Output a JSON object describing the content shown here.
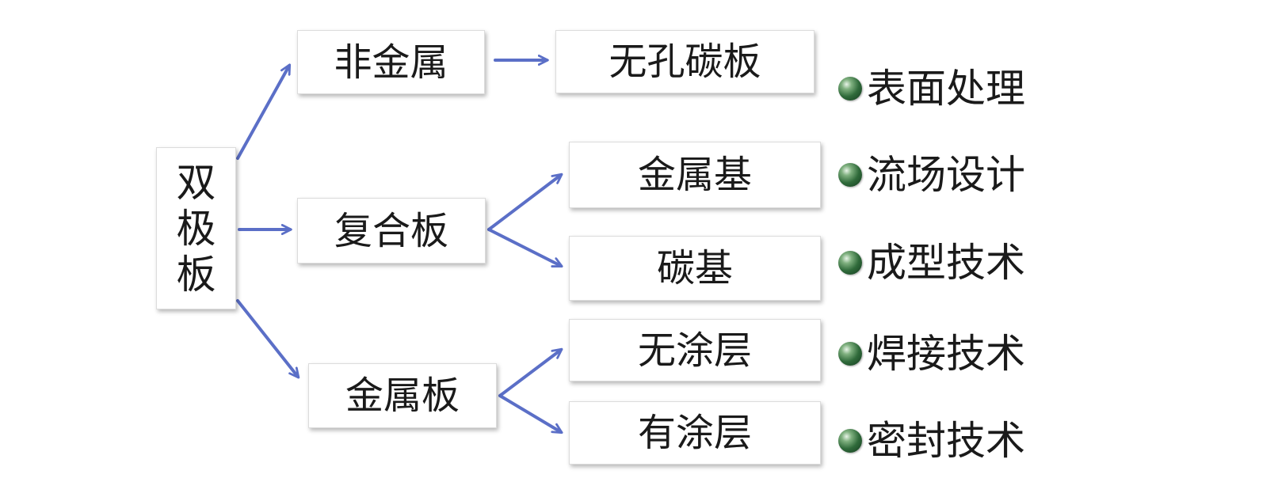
{
  "diagram": {
    "root": {
      "label": "双极板",
      "chars": [
        "双",
        "极",
        "板"
      ]
    },
    "level1": [
      {
        "id": "nonmetal",
        "label": "非金属"
      },
      {
        "id": "composite",
        "label": "复合板"
      },
      {
        "id": "metal",
        "label": "金属板"
      }
    ],
    "level2": [
      {
        "id": "nonporous",
        "parent": "nonmetal",
        "label": "无孔碳板"
      },
      {
        "id": "metalbase",
        "parent": "composite",
        "label": "金属基"
      },
      {
        "id": "carbonbase",
        "parent": "composite",
        "label": "碳基"
      },
      {
        "id": "uncoated",
        "parent": "metal",
        "label": "无涂层"
      },
      {
        "id": "coated",
        "parent": "metal",
        "label": "有涂层"
      }
    ],
    "technologies": [
      "表面处理",
      "流场设计",
      "成型技术",
      "焊接技术",
      "密封技术"
    ],
    "colors": {
      "arrow": "#5b6fc7",
      "bullet": "#2f6a3a",
      "text": "#1a1a1a",
      "box_border": "#dcdcdc"
    },
    "icons": {
      "bullet": "green-sphere-bullet-icon",
      "arrow": "arrow-icon"
    }
  }
}
